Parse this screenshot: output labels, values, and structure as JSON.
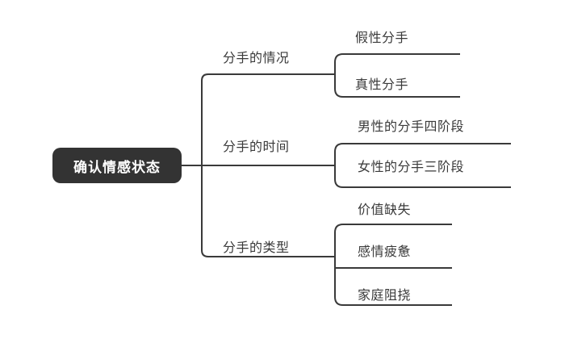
{
  "diagram": {
    "type": "mind-map",
    "orientation": "left-to-right",
    "colors": {
      "root_background": "#333333",
      "root_text": "#ffffff",
      "node_text": "#3a3a3a",
      "connector": "#3a3a3a",
      "canvas_background": "#ffffff"
    },
    "root": {
      "label": "确认情感状态"
    },
    "branches": [
      {
        "label": "分手的情况",
        "leaves": [
          {
            "label": "假性分手"
          },
          {
            "label": "真性分手"
          }
        ]
      },
      {
        "label": "分手的时间",
        "leaves": [
          {
            "label": "男性的分手四阶段"
          },
          {
            "label": "女性的分手三阶段"
          }
        ]
      },
      {
        "label": "分手的类型",
        "leaves": [
          {
            "label": "价值缺失"
          },
          {
            "label": "感情疲惫"
          },
          {
            "label": "家庭阻挠"
          }
        ]
      }
    ]
  }
}
